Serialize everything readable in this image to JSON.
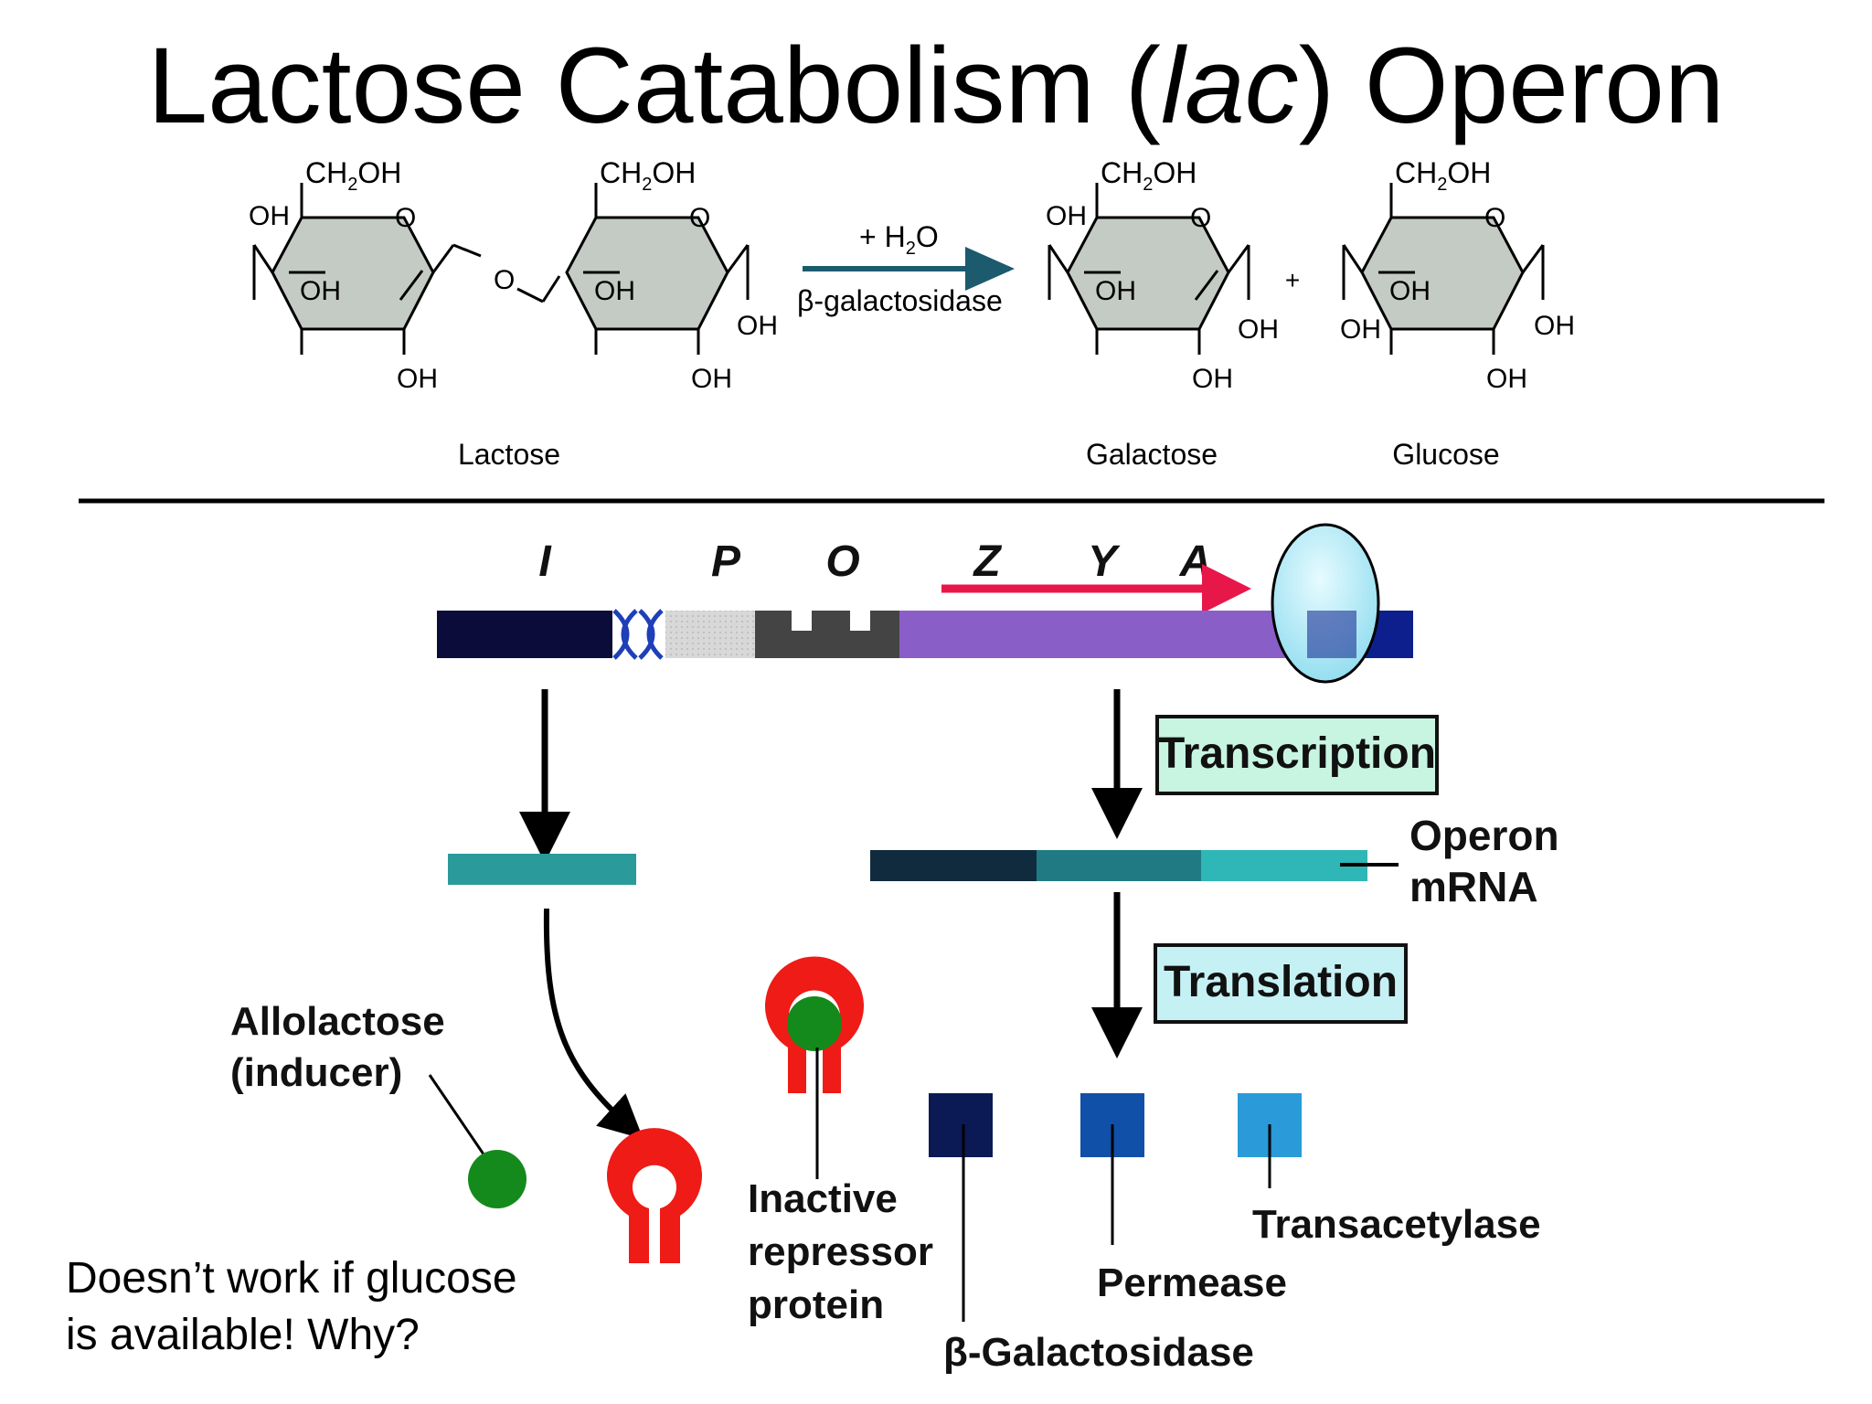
{
  "title": {
    "pre": "Lactose Catabolism (",
    "italic": "lac",
    "post": ") Operon"
  },
  "reaction": {
    "water_label": "+ H",
    "water_sub": "2",
    "water_tail": "O",
    "enzyme_label": "β-galactosidase",
    "plus": "+",
    "ch2oh_main": "CH",
    "ch2oh_sub": "2",
    "ch2oh_tail": "OH",
    "oh": "OH",
    "o": "O",
    "molecules": [
      "Lactose",
      "Galactose",
      "Glucose"
    ]
  },
  "operon": {
    "genes": [
      "I",
      "P",
      "O",
      "Z",
      "Y",
      "A"
    ],
    "transcription_label": "Transcription",
    "translation_label": "Translation",
    "mrna_label_line1": "Operon",
    "mrna_label_line2": "mRNA",
    "allolactose_line1": "Allolactose",
    "allolactose_line2": "(inducer)",
    "inactive_line1": "Inactive",
    "inactive_line2": "repressor",
    "inactive_line3": "protein",
    "proteins": [
      "Transacetylase",
      "Permease",
      "β-Galactosidase"
    ]
  },
  "note": {
    "line1": "Doesn’t work if glucose",
    "line2": "is available!  Why?"
  },
  "colors": {
    "sugar_fill": "#c4cbc4",
    "reaction_arrow": "#1c5a6e",
    "red_arrow": "#e8174a",
    "repressor_red": "#ee1b16",
    "inducer_green": "#148a1c",
    "dark_navy": "#0c0c3a",
    "purple": "#8a5ec7",
    "blue": "#0d1f8c",
    "teal": "#2a9a9a",
    "label_box": "#c8f5e2",
    "label_box2": "#c5f1f5",
    "protein_dark": "#0b1a55",
    "protein_mid": "#1150a8",
    "protein_light": "#2a9ad8"
  }
}
